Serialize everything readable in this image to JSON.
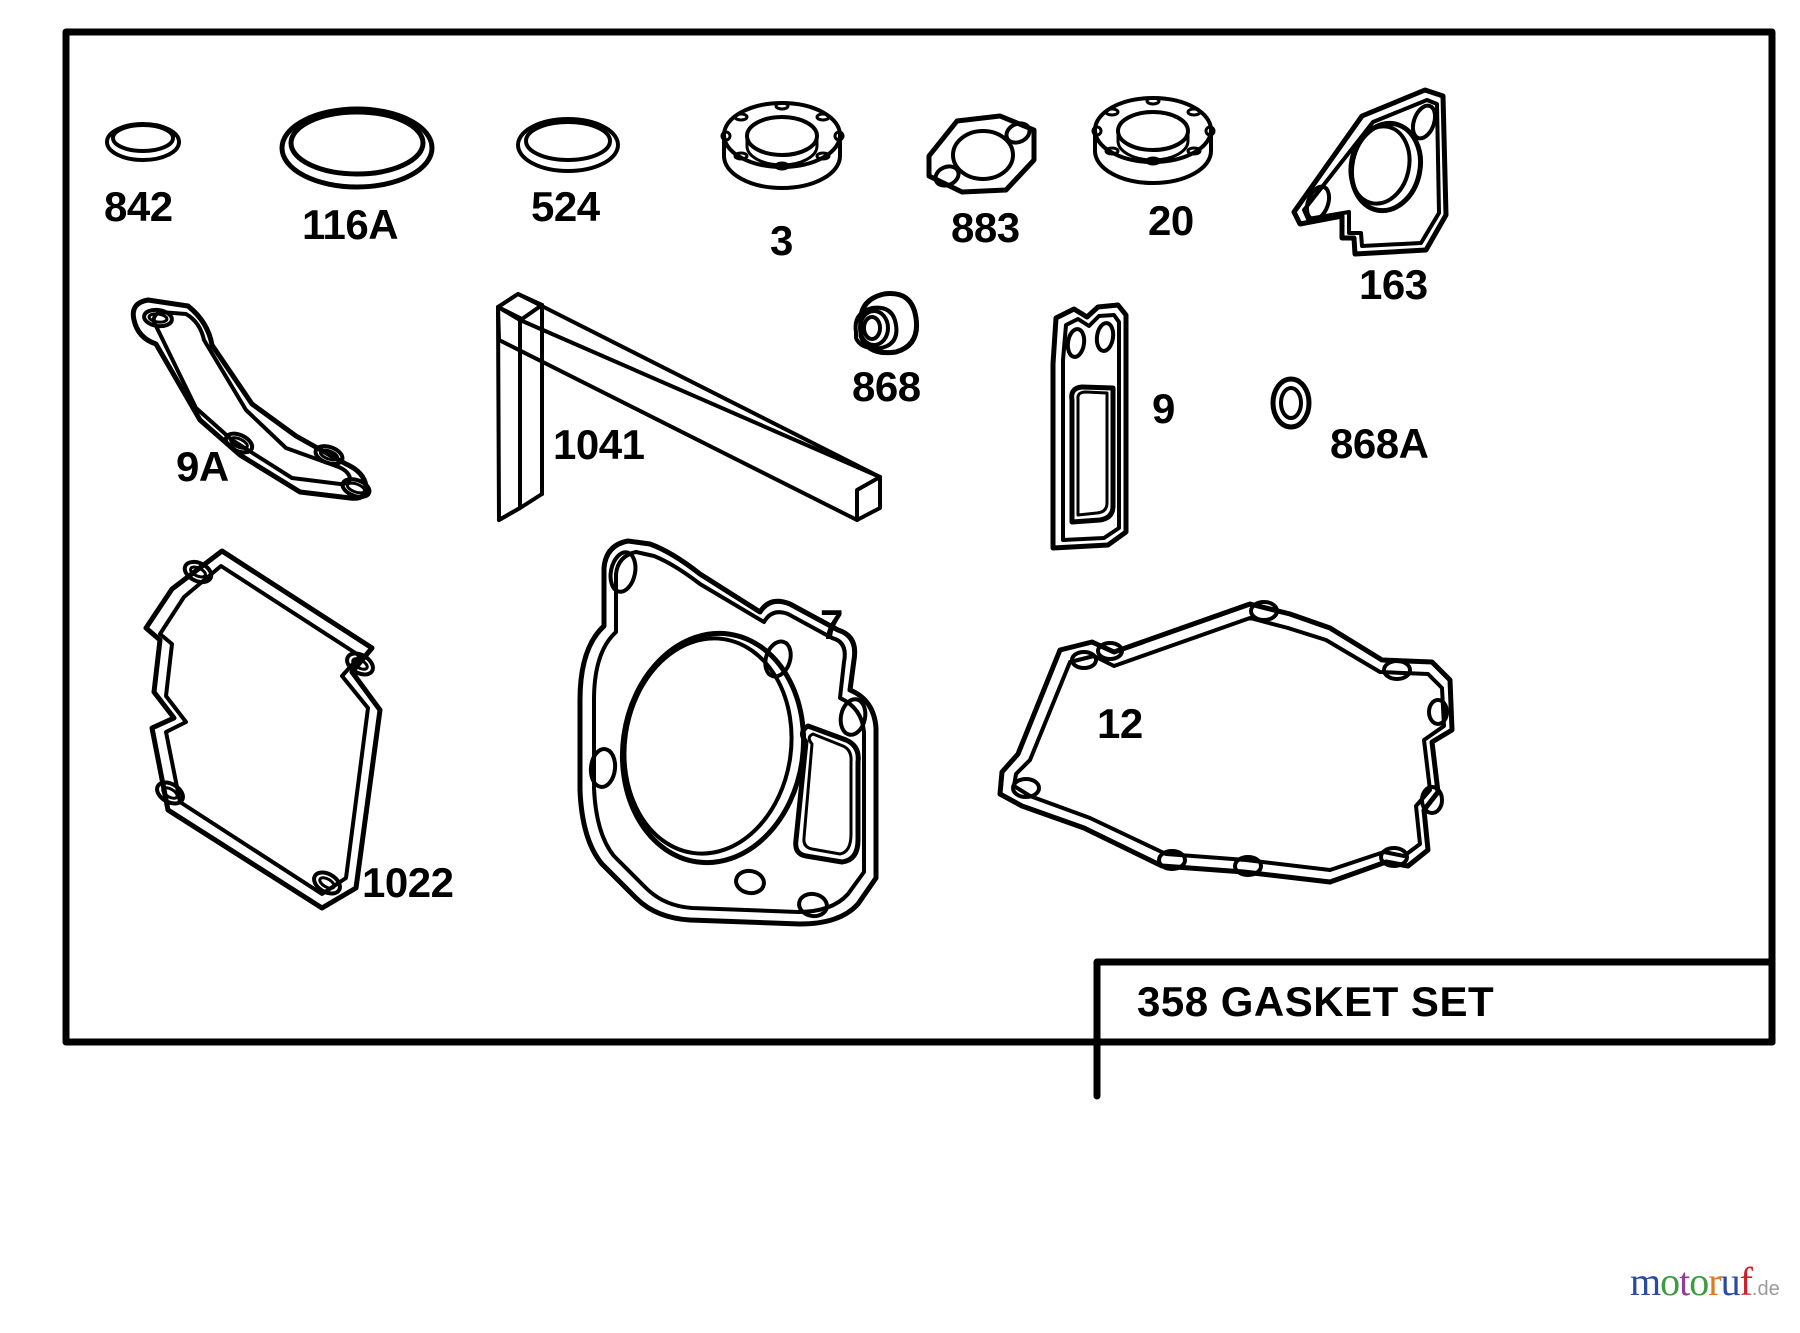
{
  "document": {
    "type": "parts-diagram",
    "title_box_label": "358 GASKET SET",
    "background_color": "#ffffff",
    "line_color": "#000000",
    "border": true
  },
  "parts": [
    {
      "id": "842",
      "label": "842",
      "shape": "o-ring-small",
      "description": "small o-ring seal"
    },
    {
      "id": "116A",
      "label": "116A",
      "shape": "o-ring-large",
      "description": "large o-ring seal"
    },
    {
      "id": "524",
      "label": "524",
      "shape": "o-ring-medium",
      "description": "medium o-ring seal"
    },
    {
      "id": "3",
      "label": "3",
      "shape": "thrust-washer",
      "description": "ring bearing with bolt holes"
    },
    {
      "id": "883",
      "label": "883",
      "shape": "carb-gasket",
      "description": "carburetor flange gasket"
    },
    {
      "id": "20",
      "label": "20",
      "shape": "thrust-washer",
      "description": "ring bearing with bolt holes"
    },
    {
      "id": "163",
      "label": "163",
      "shape": "intake-gasket",
      "description": "intake manifold gasket with tab"
    },
    {
      "id": "9A",
      "label": "9A",
      "shape": "breather-strip",
      "description": "long curved strip gasket"
    },
    {
      "id": "1041",
      "label": "1041",
      "shape": "u-channel-strip",
      "description": "u-shaped strip seal, 3d view"
    },
    {
      "id": "868",
      "label": "868",
      "shape": "grommet",
      "description": "small conical grommet seal"
    },
    {
      "id": "9",
      "label": "9",
      "shape": "breather-gasket",
      "description": "rectangular breather gasket"
    },
    {
      "id": "868A",
      "label": "868A",
      "shape": "o-ring-tiny",
      "description": "tiny o-ring seal"
    },
    {
      "id": "1022",
      "label": "1022",
      "shape": "valve-cover-gasket",
      "description": "rectangular valve cover gasket"
    },
    {
      "id": "7",
      "label": "7",
      "shape": "head-gasket",
      "description": "cylinder head gasket"
    },
    {
      "id": "12",
      "label": "12",
      "shape": "crankcase-gasket",
      "description": "large crankcase cover gasket"
    }
  ],
  "watermark": {
    "letters": [
      {
        "char": "m",
        "color": "#2b4ba0"
      },
      {
        "char": "o",
        "color": "#3f9b3f"
      },
      {
        "char": "t",
        "color": "#8f3f8f"
      },
      {
        "char": "o",
        "color": "#3f9b3f"
      },
      {
        "char": "r",
        "color": "#e07a1f"
      },
      {
        "char": "u",
        "color": "#2b4ba0"
      },
      {
        "char": "f",
        "color": "#c8232c"
      }
    ],
    "suffix": ".de"
  }
}
